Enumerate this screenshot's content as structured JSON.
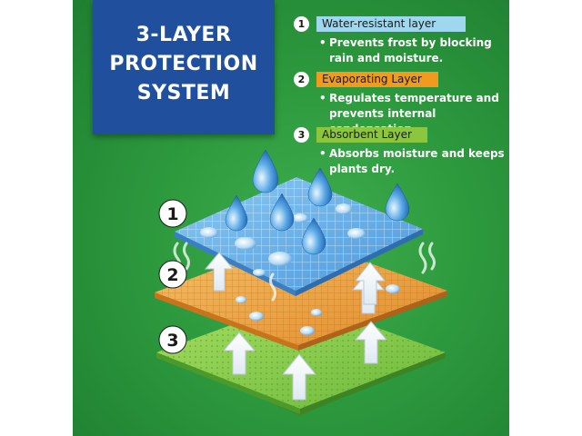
{
  "banner": {
    "line1": "3-LAYER",
    "line2": "PROTECTION",
    "line3": "SYSTEM"
  },
  "legend": [
    {
      "number": "1",
      "title": "Water-resistant layer",
      "desc": "Prevents frost by blocking rain and moisture.",
      "color": "#9fd8ee"
    },
    {
      "number": "2",
      "title": "Evaporating Layer",
      "desc": "Regulates temperature and prevents internal condensation.",
      "color": "#f29a1e"
    },
    {
      "number": "3",
      "title": "Absorbent Layer",
      "desc": "Absorbs moisture and keeps plants dry.",
      "color": "#8cc63f"
    }
  ],
  "layer_numbers": [
    "1",
    "2",
    "3"
  ],
  "bullet": "•",
  "colors": {
    "background": "#2d9a3e",
    "banner": "#1f4f9d",
    "water_layer": "#6fb3e8",
    "evaporating_layer": "#e89a3c",
    "absorbent_layer": "#7cc24a",
    "arrow": "#ffffff",
    "droplet": "#2f7fcf"
  }
}
